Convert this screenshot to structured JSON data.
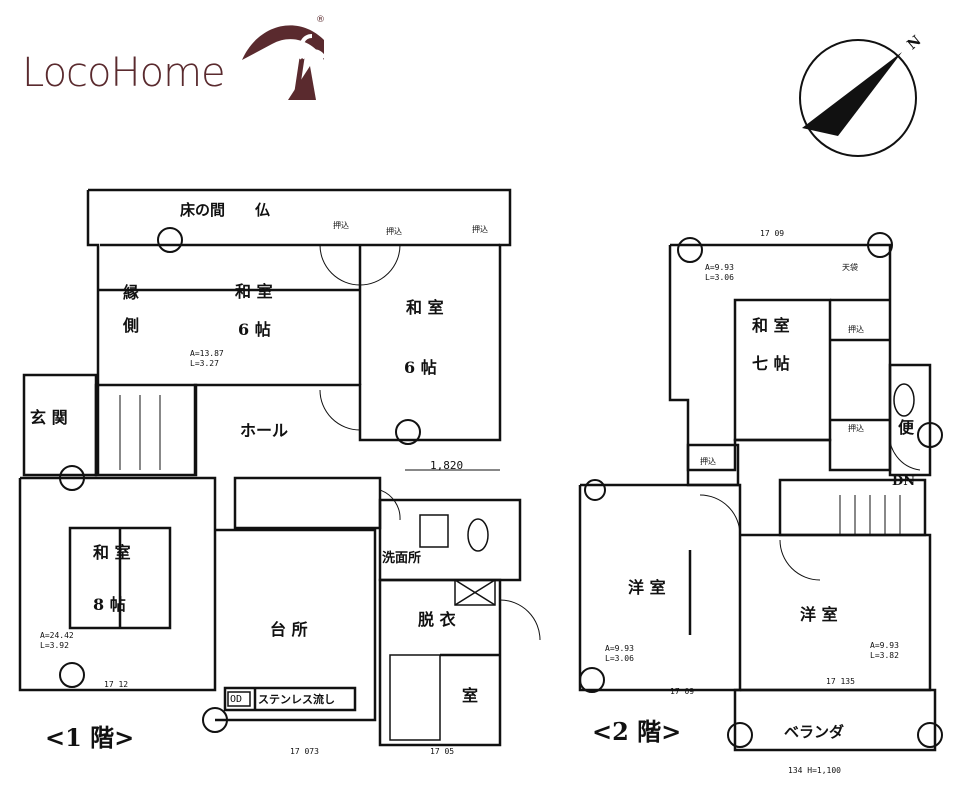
{
  "brand": {
    "name": "LocoHome",
    "registered_mark": "®",
    "color": "#5a2a2e"
  },
  "compass": {
    "label": "N"
  },
  "floor1": {
    "title": "<1 階>",
    "rooms": {
      "tokonoma": "床の間",
      "butsudan": "仏",
      "oshiire_a": "押込",
      "oshiire_b": "押込",
      "oshiire_c": "押込",
      "washitsu6a_1": "和 室",
      "washitsu6a_2": "6 帖",
      "washitsu6b_1": "和 室",
      "washitsu6b_2": "6 帖",
      "engawa_1": "縁",
      "engawa_2": "側",
      "hall": "ホール",
      "genkan": "玄 関",
      "washitsu8_1": "和 室",
      "washitsu8_2": "8 帖",
      "kitchen": "台 所",
      "senmen": "洗面所",
      "datsui": "脱 衣",
      "bath": "室",
      "sink": "ステンレス流し",
      "sink_od": "OD"
    },
    "dimensions": {
      "hall_width": "1,820",
      "area_a": "A=13.87",
      "area_l": "L=3.27",
      "area_a2": "A=24.42",
      "area_l2": "L=3.92",
      "dim_bottom_a": "17 12",
      "dim_bottom_b": "17 073",
      "dim_bottom_c": "17 05"
    }
  },
  "floor2": {
    "title": "<2 階>",
    "rooms": {
      "washitsu7_1": "和 室",
      "washitsu7_2": "七 帖",
      "oshiire_a": "押込",
      "oshiire_b": "押込",
      "oshiire_c": "押込",
      "tenbukuro": "天袋",
      "youshitsu_left": "洋 室",
      "youshitsu_right": "洋 室",
      "toilet": "便",
      "veranda": "ベランダ",
      "dn": "DN"
    },
    "dimensions": {
      "area_a": "A=9.93",
      "area_l": "L=3.06",
      "area_a2": "A=9.93",
      "area_l2": "L=3.06",
      "area_a3": "A=9.93",
      "area_l3": "L=3.82",
      "dim_top": "17 09",
      "dim_bottom_a": "17 09",
      "dim_bottom_b": "17 135",
      "dim_veranda": "134 H=1,100"
    }
  }
}
